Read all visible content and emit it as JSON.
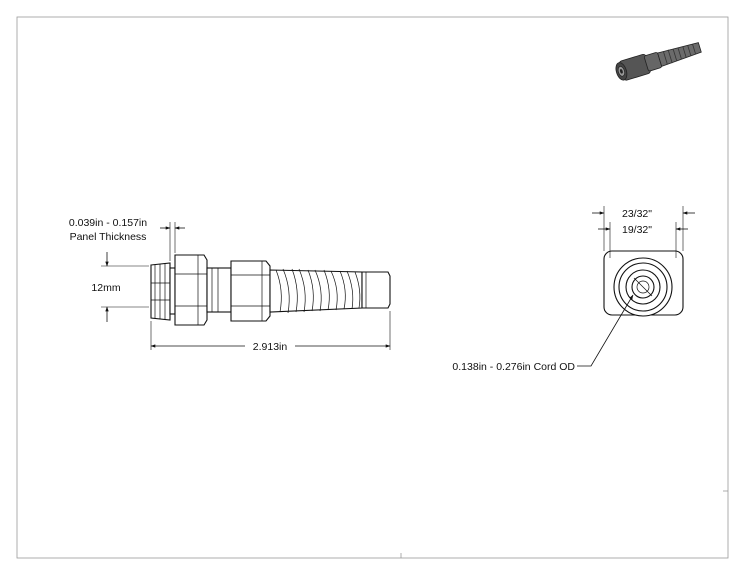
{
  "drawing": {
    "dimensions": {
      "panel_thickness_range": "0.039in - 0.157in",
      "panel_thickness_label": "Panel Thickness",
      "thread_size": "12mm",
      "overall_length": "2.913in",
      "outer_diameter": "23/32\"",
      "inner_diameter": "19/32\"",
      "cord_od": "0.138in - 0.276in Cord OD"
    }
  }
}
